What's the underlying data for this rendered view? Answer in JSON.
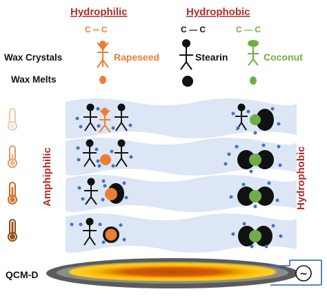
{
  "headers": {
    "hydrophilic": "Hydrophilic",
    "hydrophobic": "Hydrophobic",
    "double_bond": "C ═ C",
    "single_bond_black": "C — C",
    "single_bond_green": "C — C"
  },
  "rows": {
    "wax_crystals": "Wax Crystals",
    "wax_melts": "Wax Melts"
  },
  "waxes": [
    {
      "name": "Rapeseed",
      "color": "#ed7d31"
    },
    {
      "name": "Stearin",
      "color": "#111111"
    },
    {
      "name": "Coconut",
      "color": "#70ad47"
    }
  ],
  "sides": {
    "left": "Amphiphilic",
    "right": "Hydrophobic"
  },
  "qcm_label": "QCM-D",
  "ac_symbol": "~",
  "colors": {
    "accent_red": "#b22a2a",
    "wave": "#dce6f4",
    "dot": "#4472c4"
  },
  "icons": [
    "thermometer-low-icon",
    "thermometer-medium-icon",
    "thermometer-high-icon",
    "thermometer-max-icon"
  ]
}
